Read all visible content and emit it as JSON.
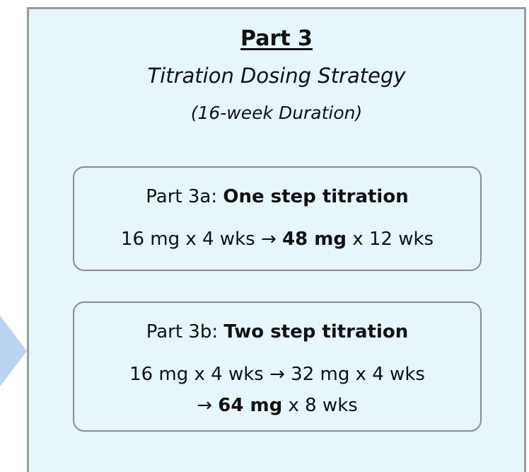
{
  "part": {
    "title": "Part 3",
    "subtitle": "Titration Dosing Strategy",
    "duration": "(16-week Duration)"
  },
  "part_3a": {
    "label": "Part 3a: ",
    "name": "One step titration",
    "regimen_start": "16 mg x 4 wks → ",
    "regimen_dose": "48 mg",
    "regimen_end": " x 12 wks"
  },
  "part_3b": {
    "label": "Part 3b: ",
    "name": "Two step titration",
    "regimen_line1": "16 mg x 4 wks → 32 mg x 4 wks",
    "regimen_arrow": "→ ",
    "regimen_dose": "64 mg",
    "regimen_end": " x 8 wks"
  },
  "colors": {
    "panel_fill": "#e6f6fb",
    "panel_border": "#9a9a9a",
    "arrow_fill": "#b9d4ee"
  }
}
